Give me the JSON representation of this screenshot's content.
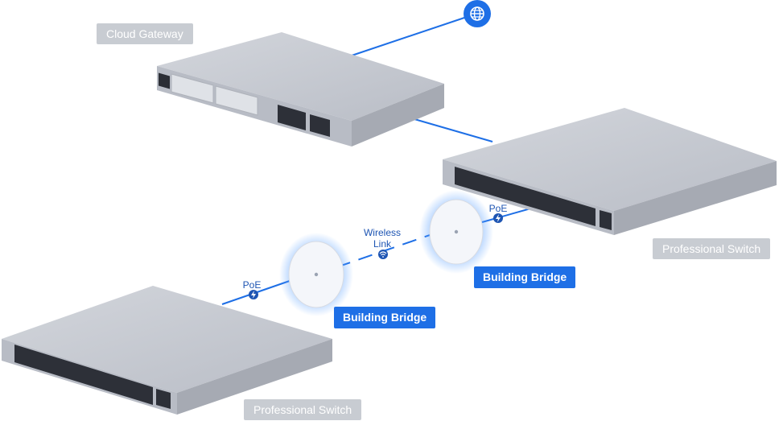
{
  "nodes": {
    "cloud_gateway": "Cloud Gateway",
    "professional_switch_right": "Professional Switch",
    "professional_switch_left": "Professional Switch",
    "building_bridge_right": "Building Bridge",
    "building_bridge_left": "Building Bridge"
  },
  "links": {
    "poe_right": "PoE",
    "poe_left": "PoE",
    "wireless_line1": "Wireless",
    "wireless_line2": "Link"
  },
  "icons": {
    "internet": "globe-icon",
    "poe": "lightning-icon",
    "wireless": "wifi-icon"
  },
  "colors": {
    "accent": "#1e6fe6",
    "tag_gray": "#c8ccd2",
    "device": "#c9ccd4"
  }
}
